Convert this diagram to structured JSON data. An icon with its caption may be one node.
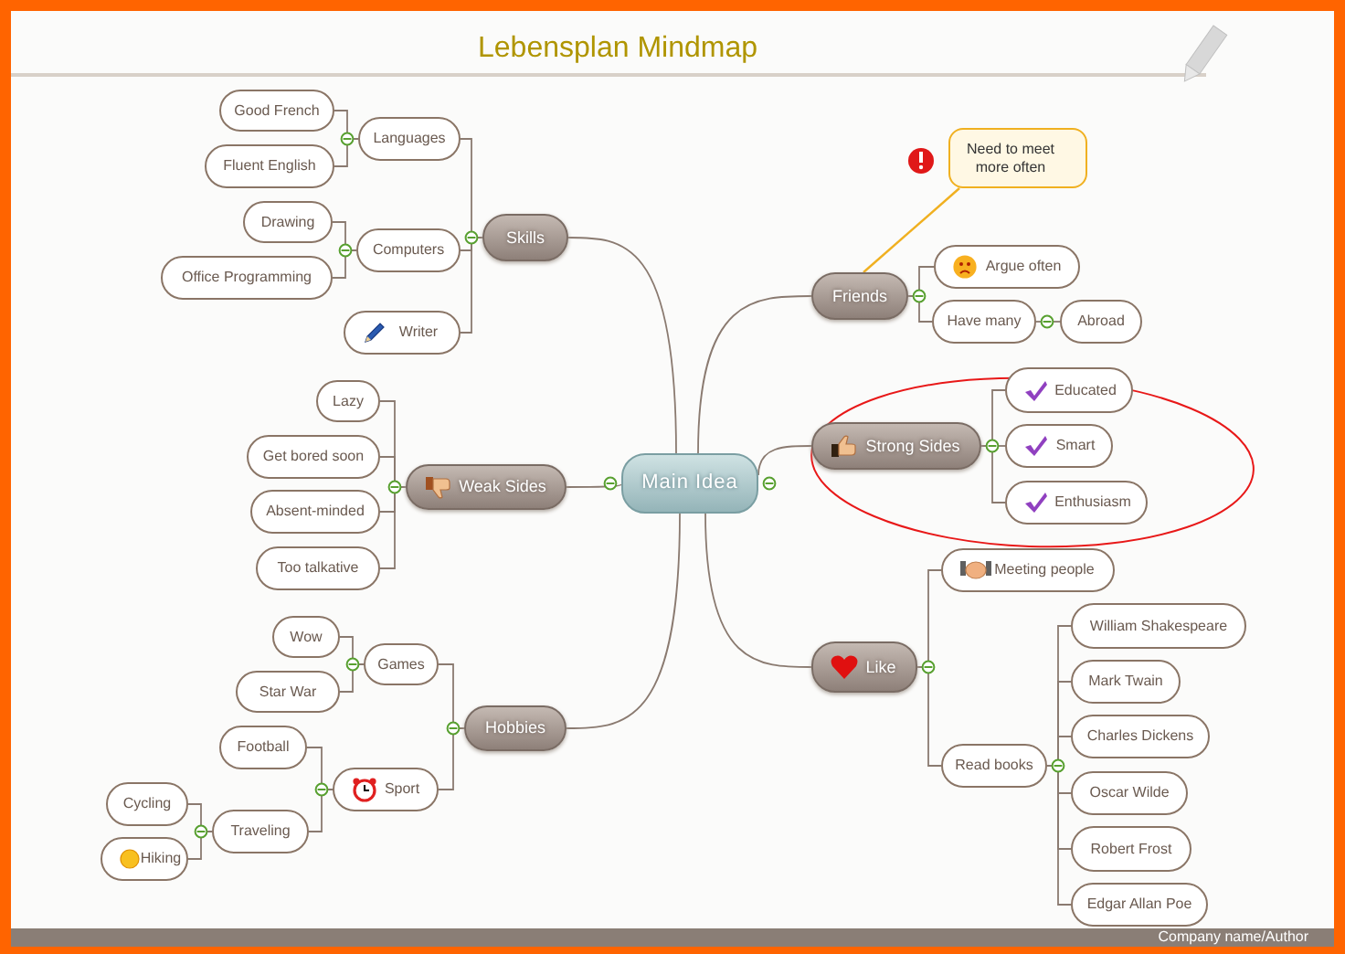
{
  "diagram": {
    "title": "Lebensplan Mindmap",
    "nodes": [
      {
        "text": [
          "Main Idea"
        ]
      },
      {
        "text": [
          "Skills"
        ]
      },
      {
        "text": [
          "Languages"
        ]
      },
      {
        "text": [
          "Good French"
        ]
      },
      {
        "text": [
          "Fluent English"
        ]
      },
      {
        "text": [
          "Computers"
        ]
      },
      {
        "text": [
          "Drawing"
        ]
      },
      {
        "text": [
          "Office Programming"
        ]
      },
      {
        "text": [
          "Writer"
        ]
      },
      {
        "text": [
          "Weak Sides"
        ]
      },
      {
        "text": [
          "Lazy"
        ]
      },
      {
        "text": [
          "Get bored soon"
        ]
      },
      {
        "text": [
          "Absent-minded"
        ]
      },
      {
        "text": [
          "Too talkative"
        ]
      },
      {
        "text": [
          "Hobbies"
        ]
      },
      {
        "text": [
          "Games"
        ]
      },
      {
        "text": [
          "Wow"
        ]
      },
      {
        "text": [
          "Star War"
        ]
      },
      {
        "text": [
          "Sport"
        ]
      },
      {
        "text": [
          "Football"
        ]
      },
      {
        "text": [
          "Traveling"
        ]
      },
      {
        "text": [
          "Cycling"
        ]
      },
      {
        "text": [
          "Hiking"
        ]
      },
      {
        "text": [
          "Friends"
        ]
      },
      {
        "text": [
          "Need to meet more often"
        ]
      },
      {
        "text": [
          "Argue often"
        ]
      },
      {
        "text": [
          "Have many"
        ]
      },
      {
        "text": [
          "Abroad"
        ]
      },
      {
        "text": [
          "Strong Sides"
        ]
      },
      {
        "text": [
          "Educated"
        ]
      },
      {
        "text": [
          "Smart"
        ]
      },
      {
        "text": [
          "Enthusiasm"
        ]
      },
      {
        "text": [
          "Like"
        ]
      },
      {
        "text": [
          "Meeting people"
        ]
      },
      {
        "text": [
          "Read books"
        ]
      },
      {
        "text": [
          "William Shakespeare"
        ]
      },
      {
        "text": [
          "Mark Twain"
        ]
      },
      {
        "text": [
          "Charles Dickens"
        ]
      },
      {
        "text": [
          "Oscar Wilde"
        ]
      },
      {
        "text": [
          "Robert Frost"
        ]
      },
      {
        "text": [
          "Edgar Allan Poe"
        ]
      }
    ],
    "edges": [
      {
        "from": 0,
        "to": 1,
        "arrow": "none"
      },
      {
        "from": 1,
        "to": 2,
        "arrow": "none"
      },
      {
        "from": 2,
        "to": 3,
        "arrow": "none"
      },
      {
        "from": 2,
        "to": 4,
        "arrow": "none"
      },
      {
        "from": 1,
        "to": 5,
        "arrow": "none"
      },
      {
        "from": 5,
        "to": 6,
        "arrow": "none"
      },
      {
        "from": 5,
        "to": 7,
        "arrow": "none"
      },
      {
        "from": 1,
        "to": 8,
        "arrow": "none"
      },
      {
        "from": 0,
        "to": 9,
        "arrow": "none"
      },
      {
        "from": 9,
        "to": 10,
        "arrow": "none"
      },
      {
        "from": 9,
        "to": 11,
        "arrow": "none"
      },
      {
        "from": 9,
        "to": 12,
        "arrow": "none"
      },
      {
        "from": 9,
        "to": 13,
        "arrow": "none"
      },
      {
        "from": 0,
        "to": 14,
        "arrow": "none"
      },
      {
        "from": 14,
        "to": 15,
        "arrow": "none"
      },
      {
        "from": 15,
        "to": 16,
        "arrow": "none"
      },
      {
        "from": 15,
        "to": 17,
        "arrow": "none"
      },
      {
        "from": 14,
        "to": 18,
        "arrow": "none"
      },
      {
        "from": 18,
        "to": 19,
        "arrow": "none"
      },
      {
        "from": 18,
        "to": 20,
        "arrow": "none"
      },
      {
        "from": 20,
        "to": 21,
        "arrow": "none"
      },
      {
        "from": 20,
        "to": 22,
        "arrow": "none"
      },
      {
        "from": 0,
        "to": 23,
        "arrow": "none"
      },
      {
        "from": 23,
        "to": 24,
        "arrow": "none",
        "color": "#f0b020"
      },
      {
        "from": 23,
        "to": 25,
        "arrow": "none"
      },
      {
        "from": 23,
        "to": 26,
        "arrow": "none"
      },
      {
        "from": 26,
        "to": 27,
        "arrow": "none"
      },
      {
        "from": 0,
        "to": 28,
        "arrow": "none"
      },
      {
        "from": 28,
        "to": 29,
        "arrow": "none"
      },
      {
        "from": 28,
        "to": 30,
        "arrow": "none"
      },
      {
        "from": 28,
        "to": 31,
        "arrow": "none"
      },
      {
        "from": 0,
        "to": 32,
        "arrow": "none"
      },
      {
        "from": 32,
        "to": 33,
        "arrow": "none"
      },
      {
        "from": 32,
        "to": 34,
        "arrow": "none"
      },
      {
        "from": 34,
        "to": 35,
        "arrow": "none"
      },
      {
        "from": 34,
        "to": 36,
        "arrow": "none"
      },
      {
        "from": 34,
        "to": 37,
        "arrow": "none"
      },
      {
        "from": 34,
        "to": 38,
        "arrow": "none"
      },
      {
        "from": 34,
        "to": 39,
        "arrow": "none"
      },
      {
        "from": 34,
        "to": 40,
        "arrow": "none"
      }
    ],
    "labels": [
      "Company name/Author"
    ]
  }
}
